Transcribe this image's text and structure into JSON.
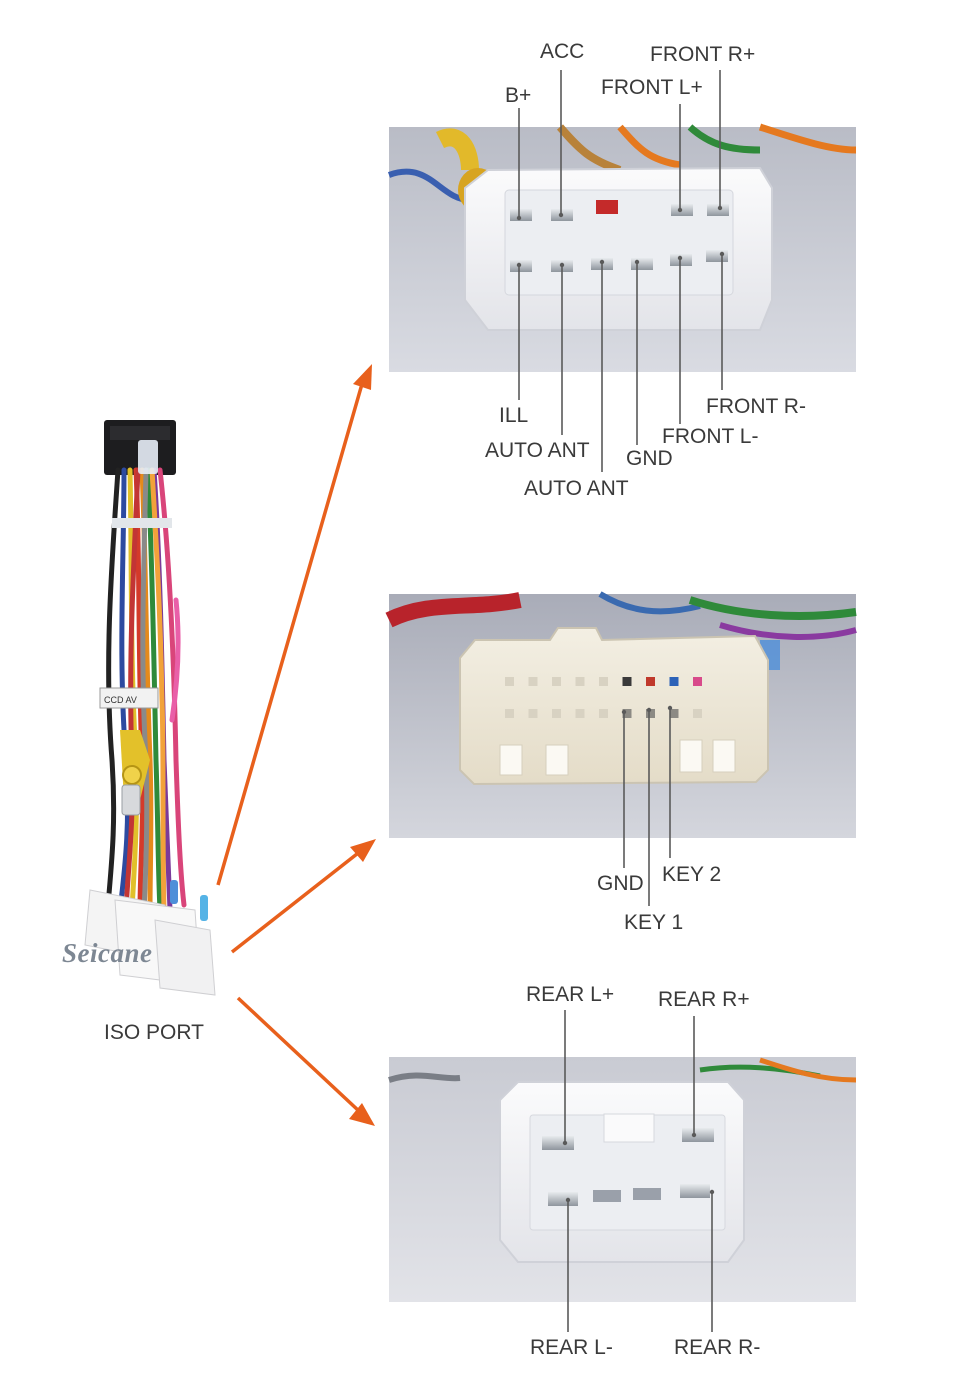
{
  "harness": {
    "label": "ISO PORT",
    "brand": "Seicane",
    "sticker_text": "CCD AV"
  },
  "connector_top": {
    "labels_above": [
      "B+",
      "ACC",
      "FRONT L+",
      "FRONT R+"
    ],
    "labels_below": [
      "ILL",
      "AUTO ANT",
      "AUTO ANT",
      "GND",
      "FRONT L-",
      "FRONT R-"
    ]
  },
  "connector_middle": {
    "labels_below": [
      "GND",
      "KEY 1",
      "KEY 2"
    ]
  },
  "connector_bottom": {
    "labels_above": [
      "REAR L+",
      "REAR R+"
    ],
    "labels_below": [
      "REAR L-",
      "REAR R-"
    ]
  },
  "colors": {
    "arrow": "#e8601c",
    "leader_line": "#5a5a5a",
    "label_text": "#3a3a3a",
    "photo_background": "#c4c6d0",
    "connector_plastic": "#f6f6f7",
    "connector_cream": "#ece6d6"
  }
}
